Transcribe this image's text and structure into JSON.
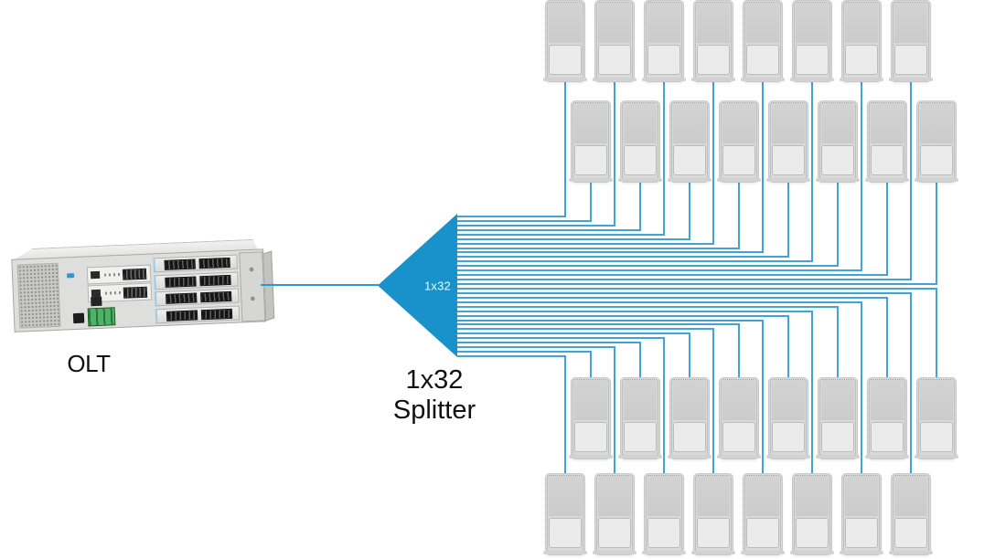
{
  "olt": {
    "label": "OLT"
  },
  "splitter": {
    "ratio_label": "1x32",
    "caption": [
      "1x32",
      "Splitter"
    ]
  },
  "onts": {
    "total": 32,
    "rows": 4,
    "per_row": 8
  },
  "links": {
    "count": 32
  },
  "colors": {
    "splitter_blue": "#1991cb",
    "fiber_line": "#41a3d6",
    "feeder_line": "#2a99d1",
    "device_body": "#d9d9d9",
    "device_panel_top": "#cbcbcb",
    "device_panel_bottom": "#ebebeb",
    "label_text": "#111111",
    "background": "#ffffff"
  }
}
